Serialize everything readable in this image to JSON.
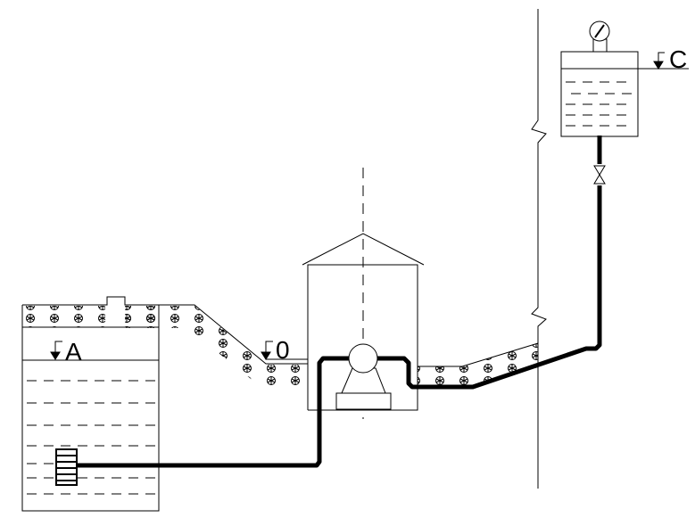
{
  "labels": {
    "level_a": "A",
    "level_zero": "0",
    "level_c": "C"
  },
  "icons": {
    "gauge": "pressure-gauge-icon",
    "valve": "gate-valve-icon",
    "strainer": "suction-strainer-icon",
    "level_marker": "level-triangle-icon"
  },
  "colors": {
    "line": "#000000",
    "background": "#ffffff"
  }
}
